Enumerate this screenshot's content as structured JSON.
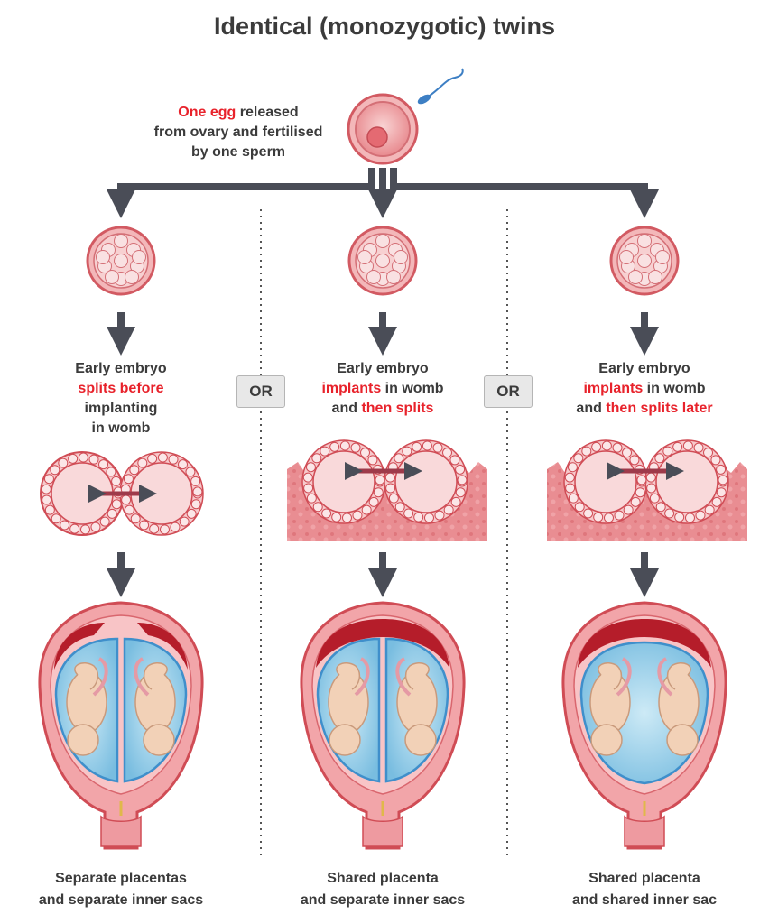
{
  "title": "Identical (monozygotic) twins",
  "top": {
    "red": "One egg",
    "line1_rest": " released",
    "line2": "from ovary and fertilised",
    "line3": "by one sperm"
  },
  "or_label": "OR",
  "columns": [
    {
      "line1": "Early embryo",
      "line2_red": "splits before",
      "line2_rest": " implanting",
      "line3_pre": "in womb",
      "line3_red": "",
      "caption1": "Separate placentas",
      "caption2": "and separate inner sacs"
    },
    {
      "line1": "Early embryo",
      "line2_red": "implants",
      "line2_rest": " in womb",
      "line3_pre": "and ",
      "line3_red": "then splits",
      "caption1": "Shared placenta",
      "caption2": "and separate inner sacs"
    },
    {
      "line1": "Early embryo",
      "line2_red": "implants",
      "line2_rest": " in womb",
      "line3_pre": "and ",
      "line3_red": "then splits later",
      "caption1": "Shared placenta",
      "caption2": "and shared inner sac"
    }
  ],
  "colors": {
    "arrow": "#4a4d57",
    "accent_red": "#e8222b",
    "cell_fill": "#f4c3c3",
    "cell_stroke": "#c8414b",
    "tissue": "#e8878c",
    "sac_blue": "#a8d8ee",
    "placenta": "#b51d2a",
    "fetus_skin": "#f2d1b7"
  }
}
